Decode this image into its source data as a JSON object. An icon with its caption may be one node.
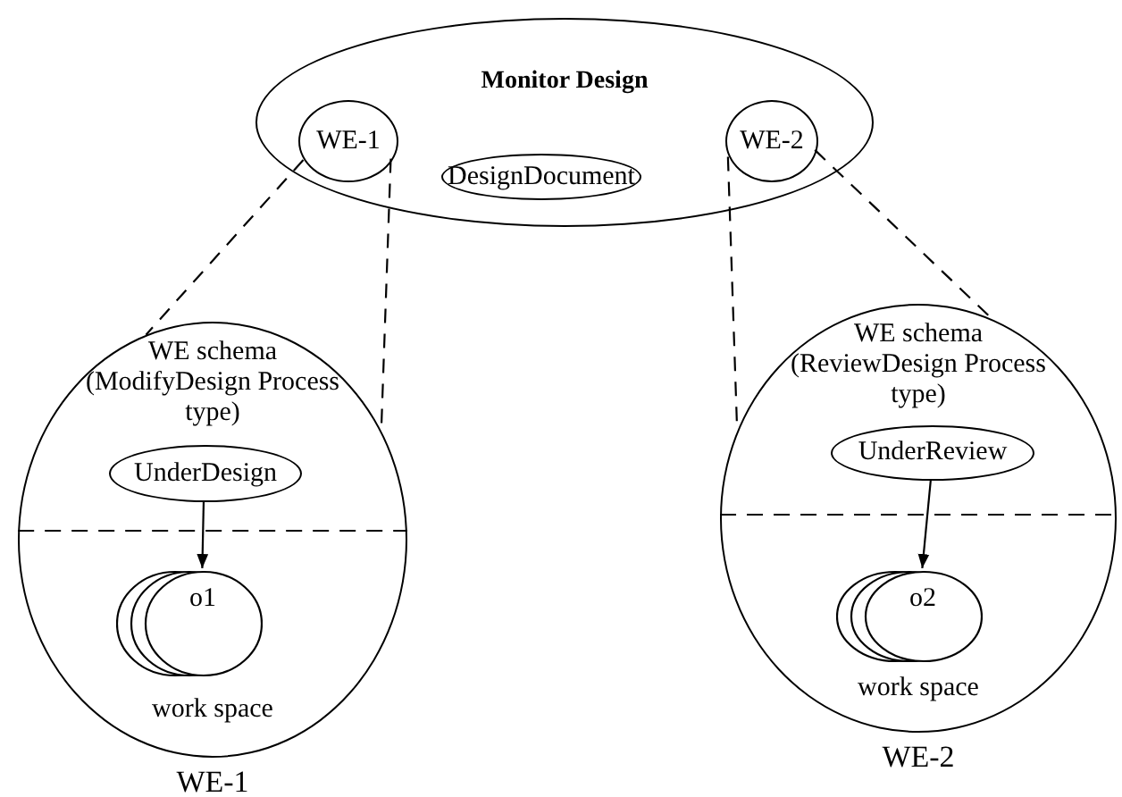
{
  "diagram": {
    "nodes": [
      {
        "text": [
          "Monitor Design"
        ]
      },
      {
        "text": [
          "WE-1"
        ],
        "in": 0
      },
      {
        "text": [
          "WE-2"
        ],
        "in": 0
      },
      {
        "text": [
          "DesignDocument"
        ],
        "in": 0
      },
      {
        "text": [
          "WE schema (ModifyDesign Process type)",
          "work space"
        ],
        "beside": [
          "WE-1"
        ]
      },
      {
        "text": [
          "UnderDesign"
        ],
        "in": 4
      },
      {
        "text": [
          "o1"
        ],
        "in": 4
      },
      {
        "text": [
          "WE schema (ReviewDesign Process type)",
          "work space"
        ],
        "beside": [
          "WE-2"
        ]
      },
      {
        "text": [
          "UnderReview"
        ],
        "in": 7
      },
      {
        "text": [
          "o2"
        ],
        "in": 7
      }
    ],
    "edges": [
      {
        "from": 1,
        "to": 4,
        "arrow": "none",
        "style": "dashed"
      },
      {
        "from": 1,
        "to": 4,
        "arrow": "none",
        "style": "dashed"
      },
      {
        "from": 2,
        "to": 7,
        "arrow": "none",
        "style": "dashed"
      },
      {
        "from": 2,
        "to": 7,
        "arrow": "none",
        "style": "dashed"
      },
      {
        "from": 5,
        "to": 6,
        "arrow": "to"
      },
      {
        "from": 8,
        "to": 9,
        "arrow": "to"
      }
    ]
  }
}
